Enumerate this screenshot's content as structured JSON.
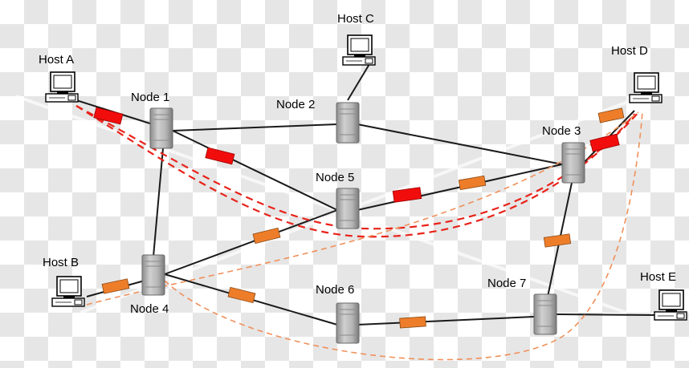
{
  "hosts": {
    "a": "Host A",
    "b": "Host B",
    "c": "Host C",
    "d": "Host D",
    "e": "Host E"
  },
  "nodes": {
    "n1": "Node 1",
    "n2": "Node 2",
    "n3": "Node 3",
    "n4": "Node 4",
    "n5": "Node 5",
    "n6": "Node 6",
    "n7": "Node 7"
  },
  "colors": {
    "red_packet": "#f20d0d",
    "orange_packet": "#ee7d2a",
    "red_route": "#e8231a",
    "orange_route": "#f0905a",
    "link": "#1a1a1a",
    "server": "#b3b3b3"
  }
}
